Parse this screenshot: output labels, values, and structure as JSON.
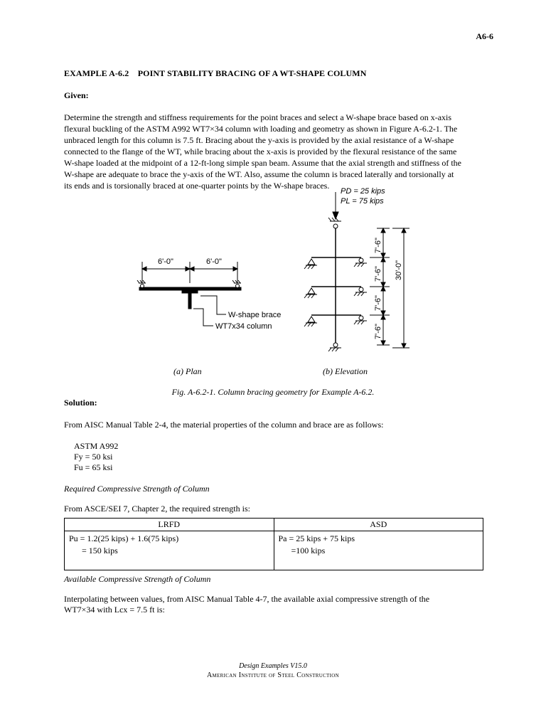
{
  "header": {
    "page_number": "A6-6"
  },
  "example": {
    "title": "EXAMPLE A-6.2    POINT STABILITY BRACING OF A WT-SHAPE COLUMN"
  },
  "given": {
    "label": "Given:",
    "lines": [
      "Determine the strength and stiffness requirements for the point braces and select a W-shape brace based on x-axis",
      "flexural buckling of the ASTM A992 WT7×34 column with loading and geometry as shown in Figure A-6.2-1. The",
      "unbraced length for this column is 7.5 ft. Bracing about the y-axis is provided by the axial resistance of a W-shape",
      "connected to the flange of the WT, while bracing about the x-axis is provided by the flexural resistance of the same",
      "W-shape loaded at the midpoint of a 12-ft-long simple span beam. Assume that the axial strength and stiffness of the",
      "W-shape are adequate to brace the y-axis of the WT. Also, assume the column is braced laterally and torsionally at",
      "its ends and is torsionally braced at one-quarter points by the W-shape braces."
    ]
  },
  "figure": {
    "plan": {
      "dim_left": "6'-0\"",
      "dim_right": "6'-0\"",
      "brace_label": "W-shape brace",
      "column_label": "WT7x34 column",
      "sublabel": "(a) Plan"
    },
    "elevation": {
      "pd_label": "PD = 25 kips",
      "pl_label": "PL = 75 kips",
      "seg1": "7'-6\"",
      "seg2": "7'-6\"",
      "seg3": "7'-6\"",
      "seg4": "7'-6\"",
      "total": "30'-0\"",
      "sublabel": "(b) Elevation"
    },
    "caption": "Fig. A-6.2-1. Column bracing geometry for Example A-6.2."
  },
  "solution": {
    "label": "Solution:",
    "intro": "From AISC Manual Table 2-4, the material properties of the column and brace are as follows:",
    "materials": [
      "ASTM A992",
      "Fy = 50 ksi",
      "Fu = 65 ksi"
    ],
    "required_heading": "Required Compressive Strength of Column",
    "required_intro": "From ASCE/SEI 7, Chapter 2, the required strength is:",
    "table": {
      "lrfd_header": "LRFD",
      "asd_header": "ASD",
      "lrfd_line1": "Pu = 1.2(25 kips) + 1.6(75 kips)",
      "lrfd_line2": "= 150 kips",
      "asd_line1": "Pa = 25 kips + 75 kips",
      "asd_line2": "=100 kips"
    },
    "available_heading": "Available Compressive Strength of Column",
    "available_line1": "Interpolating between values, from AISC Manual Table 4-7, the available axial compressive strength of the",
    "available_line2": "WT7×34 with Lcx = 7.5 ft  is:"
  },
  "footer": {
    "line1": "Design Examples V15.0",
    "line2": "American Institute of Steel Construction"
  }
}
